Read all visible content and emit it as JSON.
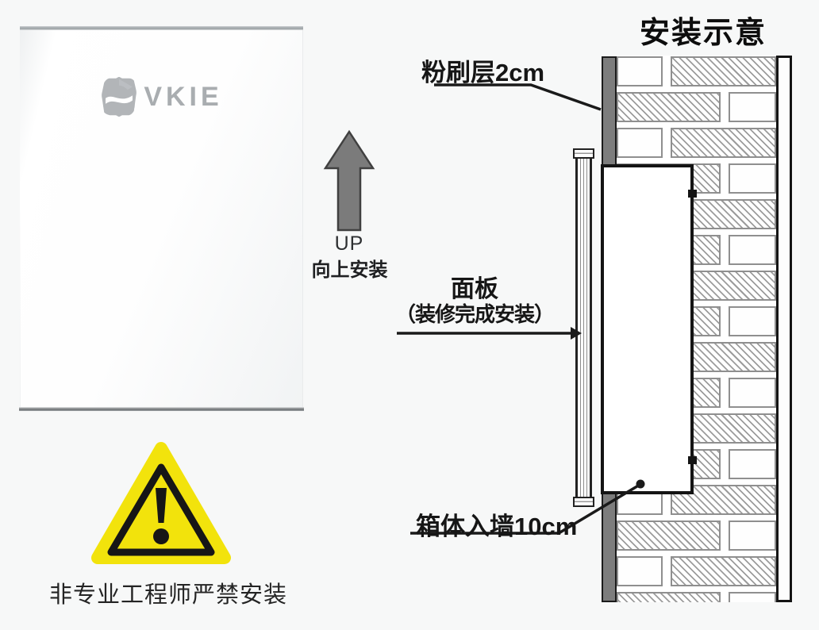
{
  "page": {
    "background": "#f7f8f8"
  },
  "product": {
    "brand": "VKIE",
    "logo_icon": "hexagon-logo-icon",
    "logo_color": "#a9adb0"
  },
  "orientation": {
    "label": "UP",
    "instruction": "向上安装",
    "arrow_color": "#7b7b7b"
  },
  "warning": {
    "icon": "warning-triangle-icon",
    "triangle_color": "#f2e30c",
    "text": "非专业工程师严禁安装"
  },
  "diagram": {
    "title": "安装示意",
    "labels": {
      "plaster_layer": "粉刷层2cm",
      "panel_line1": "面板",
      "panel_line2": "（装修完成安装）",
      "box_depth": "箱体入墙10cm"
    },
    "colors": {
      "plaster_gray": "#7d7d7d",
      "outline_black": "#1a1a1a",
      "hatch_gray": "#9c9c9c"
    }
  }
}
